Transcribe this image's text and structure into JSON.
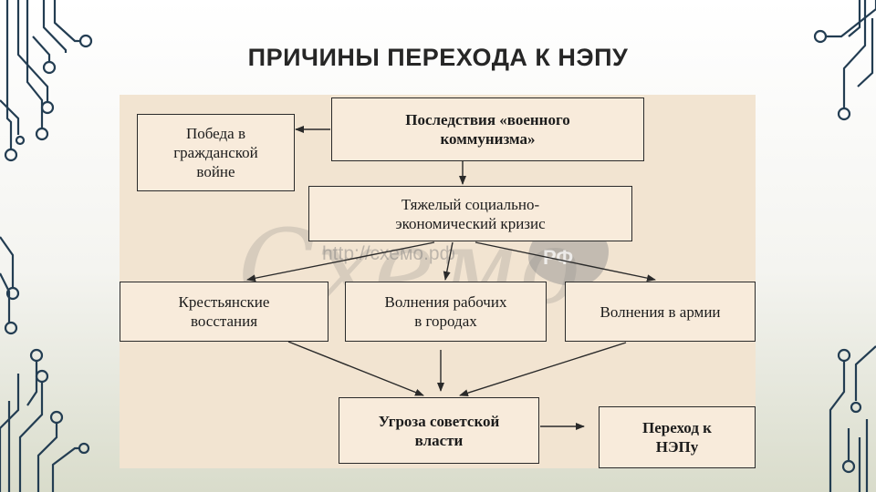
{
  "slide": {
    "title": "ПРИЧИНЫ ПЕРЕХОДА К НЭПУ"
  },
  "colors": {
    "circuit_lines": "#233d52",
    "panel_background": "#f2e4d1",
    "box_border": "#2a2a2a",
    "title_text": "#262626"
  },
  "diagram": {
    "nodes": {
      "consequences": "Последствия «военного\nкоммунизма»",
      "victory": "Победа в\nгражданской\nвойне",
      "crisis": "Тяжелый социально-\nэкономический кризис",
      "peasant": "Крестьянские\nвосстания",
      "workers": "Волнения рабочих\nв городах",
      "army": "Волнения в армии",
      "threat": "Угроза советской\nвласти",
      "nep": "Переход к\nНЭПу"
    },
    "edges": [
      {
        "from": "consequences",
        "to": "victory"
      },
      {
        "from": "consequences",
        "to": "crisis"
      },
      {
        "from": "crisis",
        "to": "peasant"
      },
      {
        "from": "crisis",
        "to": "workers"
      },
      {
        "from": "crisis",
        "to": "army"
      },
      {
        "from": "peasant",
        "to": "threat"
      },
      {
        "from": "workers",
        "to": "threat"
      },
      {
        "from": "army",
        "to": "threat"
      },
      {
        "from": "threat",
        "to": "nep"
      }
    ],
    "watermark": {
      "logo": "Схемо",
      "url": "http://схемо.рф",
      "badge": "РФ"
    }
  }
}
